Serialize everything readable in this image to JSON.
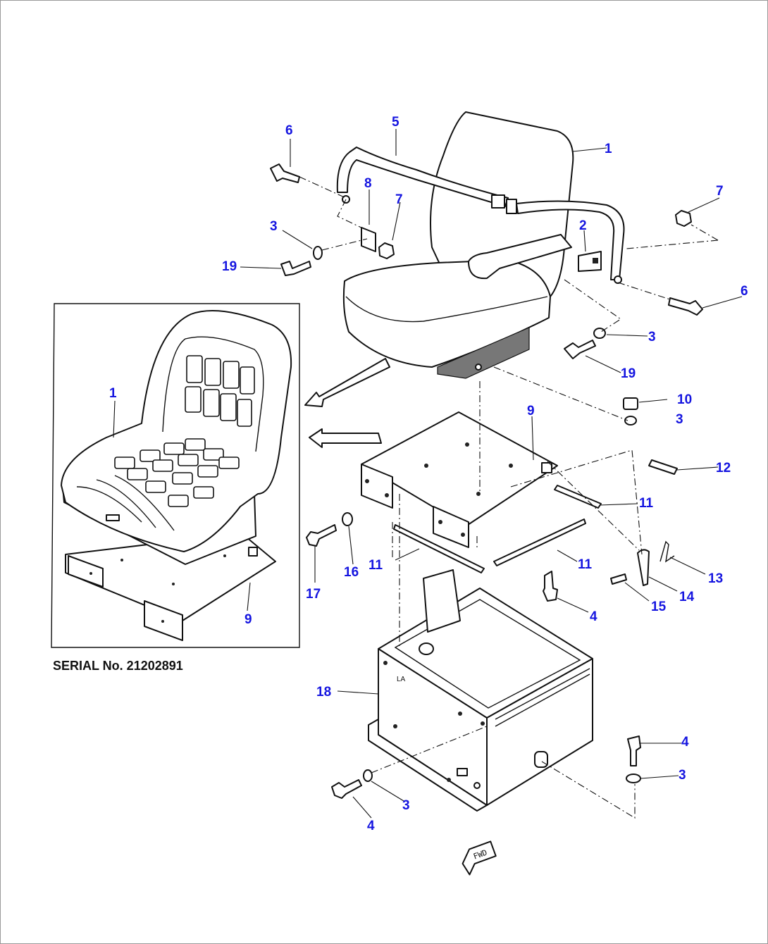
{
  "serial_note": "SERIAL No. 21202891",
  "fwd_mark": "FWD",
  "callouts": {
    "c1_seat": "1",
    "c2_bracket": "2",
    "c3_washer_a": "3",
    "c3_washer_b": "3",
    "c3_washer_c": "3",
    "c3_washer_d": "3",
    "c3_washer_e": "3",
    "c4_bolt_a": "4",
    "c4_bolt_b": "4",
    "c4_bolt_c": "4",
    "c5_belt": "5",
    "c6_bolt_a": "6",
    "c6_bolt_b": "6",
    "c7_nut_a": "7",
    "c7_nut_b": "7",
    "c8_bracket": "8",
    "c9_plate": "9",
    "c10_nut": "10",
    "c11_strip_a": "11",
    "c11_strip_b": "11",
    "c11_strip_c": "11",
    "c12_pin": "12",
    "c13_spring": "13",
    "c14_lever": "14",
    "c15_pin": "15",
    "c16_washer": "16",
    "c17_bolt": "17",
    "c18_box": "18",
    "c19_bolt_a": "19",
    "c19_bolt_b": "19",
    "inset_c1_seat": "1",
    "inset_c9_plate": "9"
  }
}
